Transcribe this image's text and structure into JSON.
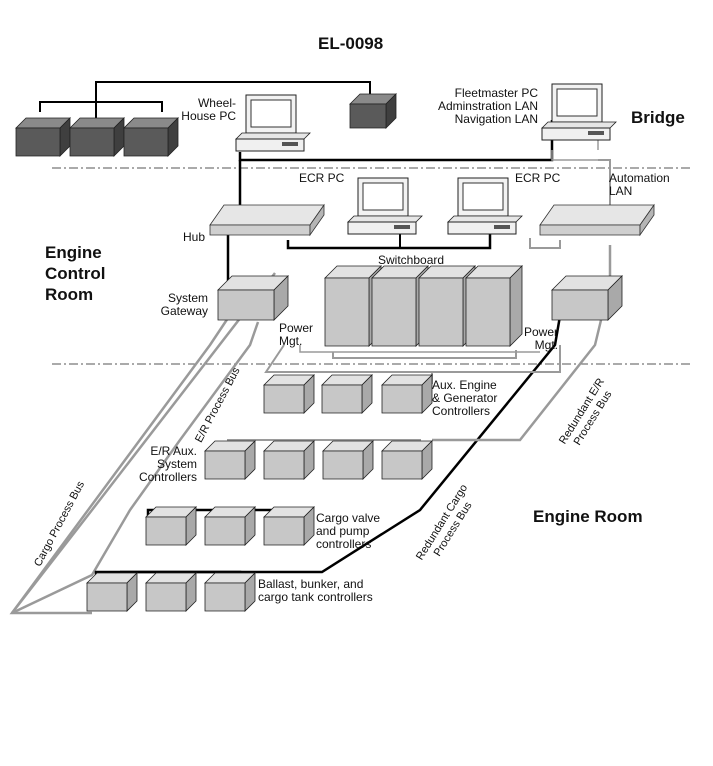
{
  "title": "EL-0098",
  "zones": {
    "bridge": "Bridge",
    "engine_control_room": "Engine\nControl\nRoom",
    "engine_room": "Engine Room"
  },
  "labels": {
    "wheelhouse_pc": "Wheel-\nHouse PC",
    "fleetmaster_pc": "Fleetmaster PC\nAdminstration LAN\nNavigation LAN",
    "ecr_pc_left": "ECR PC",
    "ecr_pc_right": "ECR PC",
    "automation_lan": "Automation\nLAN",
    "hub": "Hub",
    "switchboard": "Switchboard",
    "system_gateway": "System\nGateway",
    "power_mgt_left": "Power\nMgt.",
    "power_mgt_right": "Power\nMgt.",
    "aux_engine": "Aux. Engine\n& Generator\nControllers",
    "er_aux": "E/R Aux.\nSystem\nControllers",
    "cargo_valve": "Cargo valve\nand pump\ncontrollers",
    "ballast": "Ballast, bunker, and\ncargo tank controllers"
  },
  "buses": {
    "er_process_bus": "E/R Process Bus",
    "cargo_process_bus": "Cargo Process Bus",
    "redundant_er": "Redundant E/R\nProcess Bus",
    "redundant_cargo": "Redundant Cargo\nProcess Bus"
  },
  "colors": {
    "box_front": "#c7c7c7",
    "box_top": "#e2e2e2",
    "box_side": "#a9a9a9",
    "dark_front": "#5a5a5a",
    "dark_top": "#8a8a8a",
    "dark_side": "#3f3f3f",
    "gray_line": "#9a9a9a",
    "black_line": "#000000"
  }
}
